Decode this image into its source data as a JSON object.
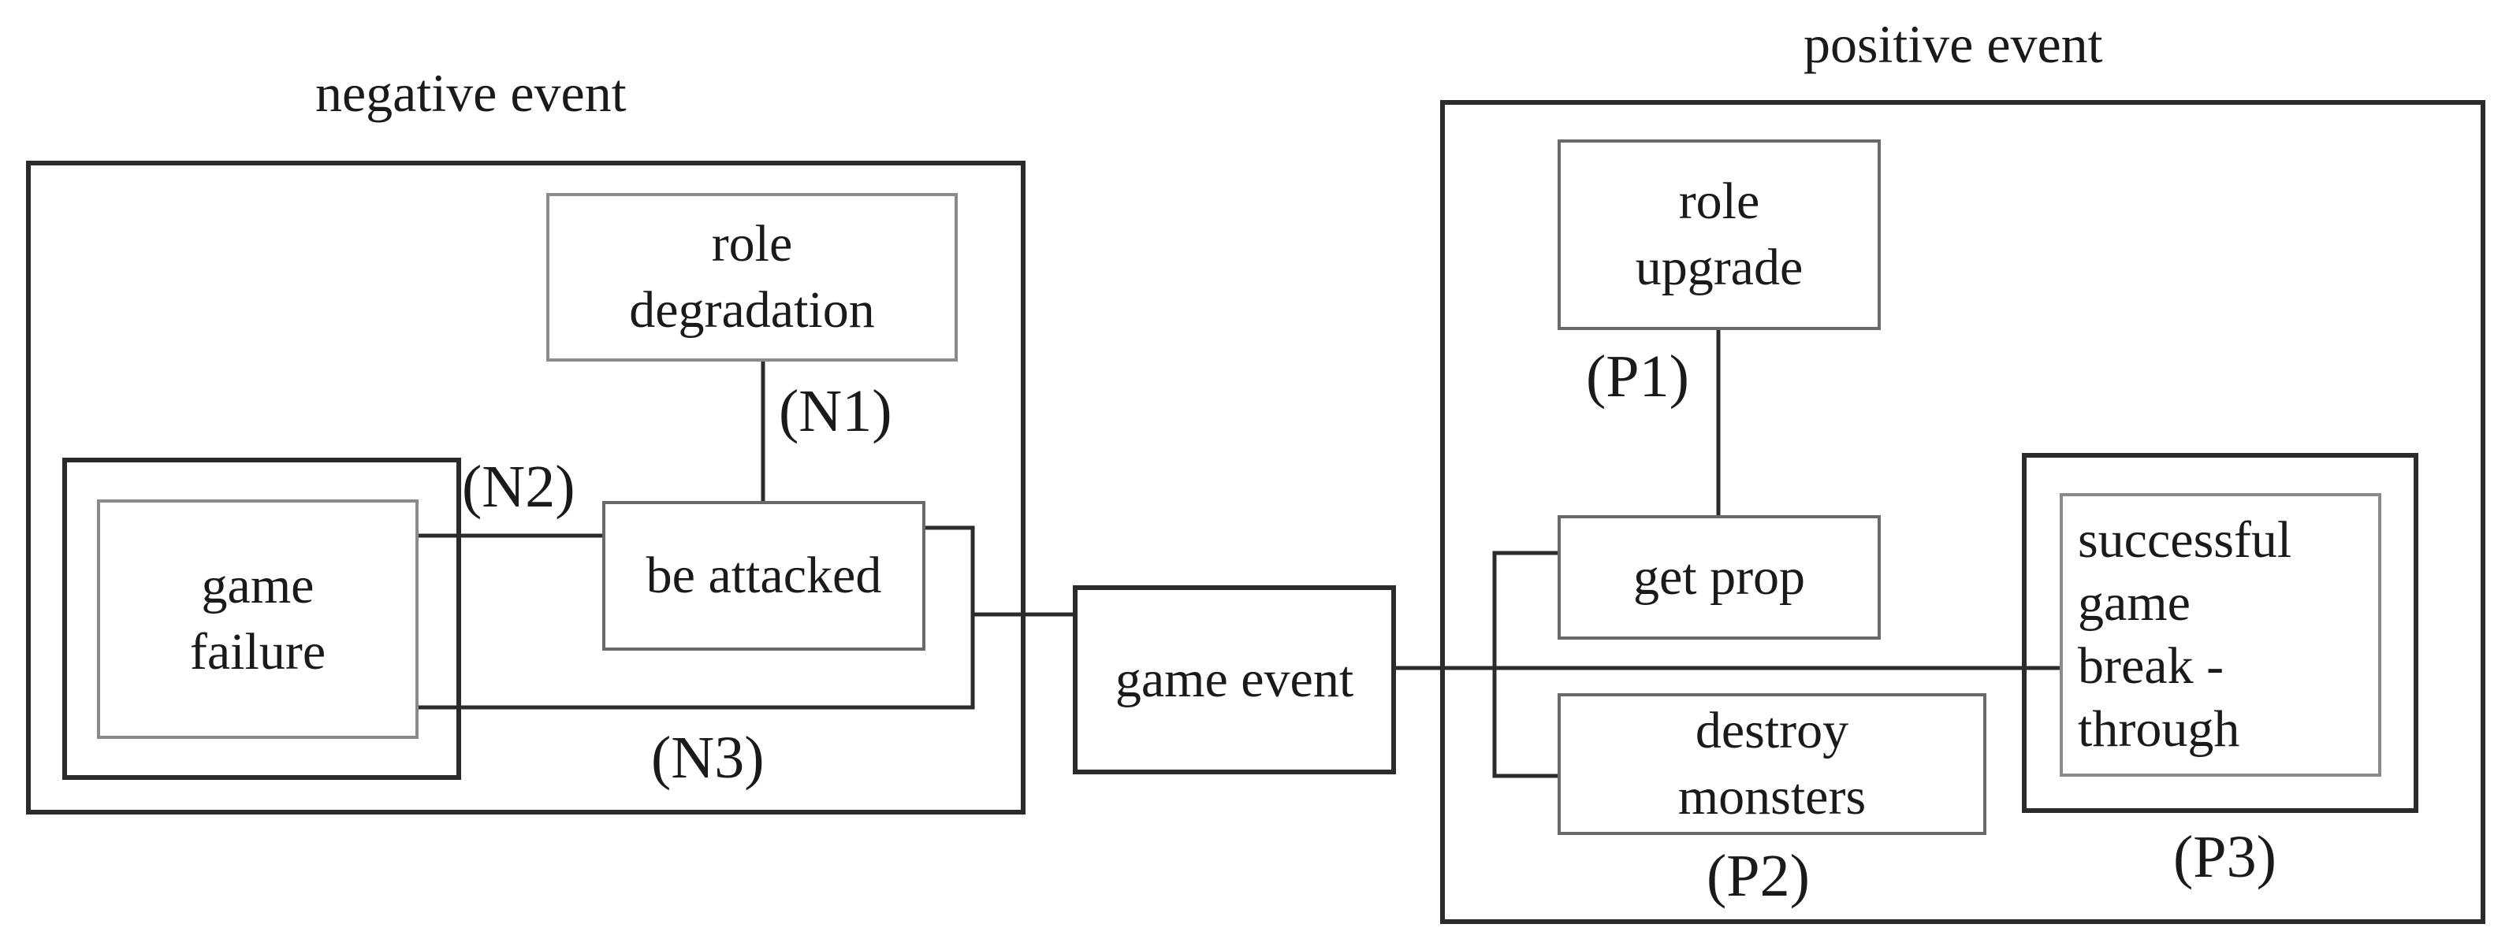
{
  "groups": {
    "negative": {
      "title": "negative event"
    },
    "positive": {
      "title": "positive event"
    }
  },
  "nodes": {
    "role_degradation": {
      "lines": [
        "role",
        "degradation"
      ]
    },
    "be_attacked": {
      "lines": [
        "be attacked"
      ]
    },
    "game_failure": {
      "lines": [
        "game",
        "failure"
      ]
    },
    "game_event": {
      "lines": [
        "game event"
      ]
    },
    "role_upgrade": {
      "lines": [
        "role",
        "upgrade"
      ]
    },
    "get_prop": {
      "lines": [
        "get prop"
      ]
    },
    "destroy_monsters": {
      "lines": [
        "destroy",
        "monsters"
      ]
    },
    "successful_breakthrough": {
      "lines": [
        "successful",
        "game",
        "break -",
        "through"
      ]
    }
  },
  "edge_labels": {
    "n1": "(N1)",
    "n2": "(N2)",
    "n3": "(N3)",
    "p1": "(P1)",
    "p2": "(P2)",
    "p3": "(P3)"
  }
}
